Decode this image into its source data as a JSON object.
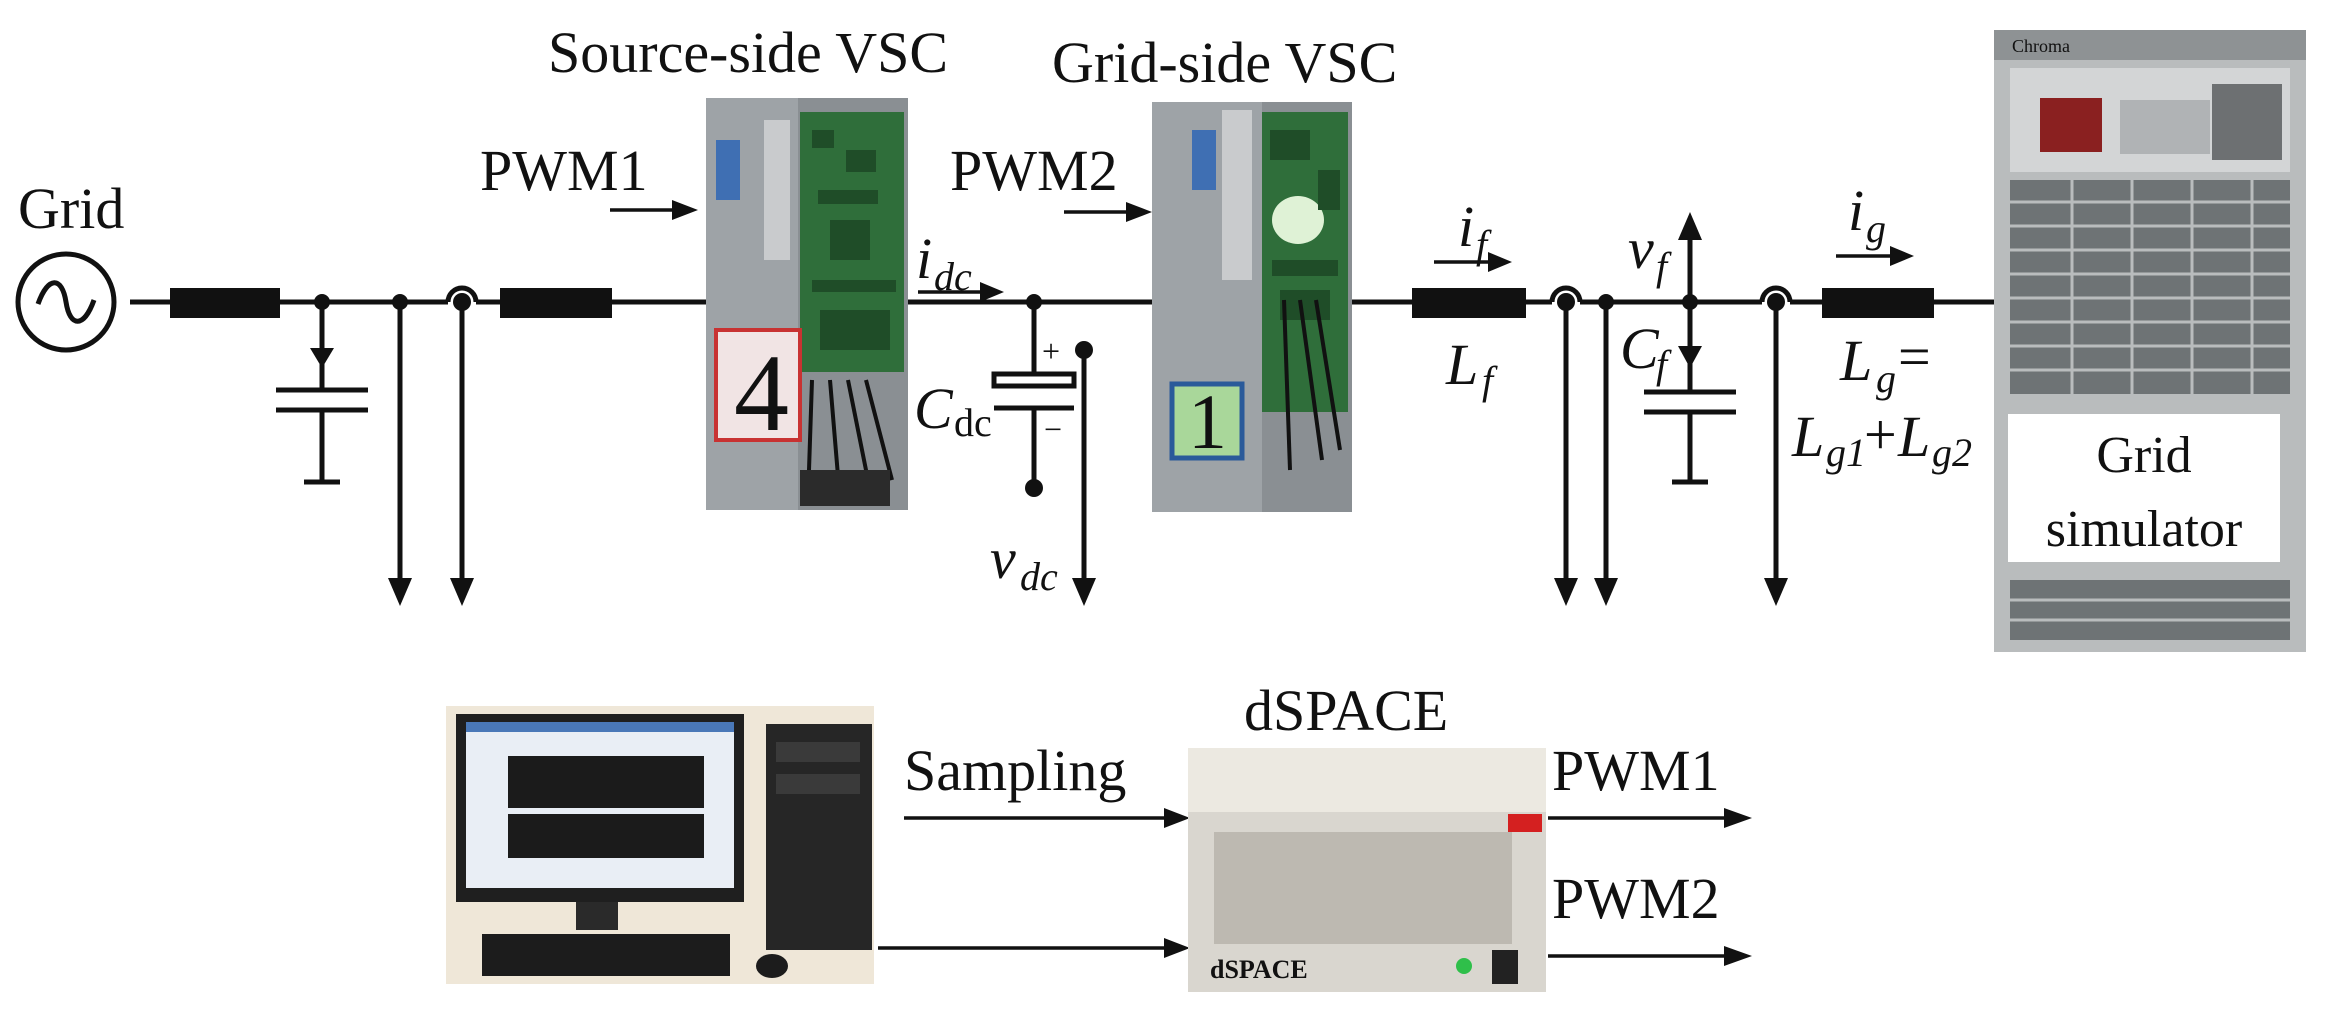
{
  "labels": {
    "grid": "Grid",
    "source_vsc": "Source-side VSC",
    "grid_vsc": "Grid-side VSC",
    "pwm1_top": "PWM1",
    "pwm2_top": "PWM2",
    "idc_main": "i",
    "idc_sub": "dc",
    "cdc_main": "C",
    "cdc_sub": "dc",
    "vdc_main": "v",
    "vdc_sub": "dc",
    "plus": "+",
    "minus": "−",
    "if_main": "i",
    "if_sub": "f",
    "lf_main": "L",
    "lf_sub": "f",
    "vf_main": "v",
    "vf_sub": "f",
    "cf_main": "C",
    "cf_sub": "f",
    "ig_main": "i",
    "ig_sub": "g",
    "lg_main": "L",
    "lg_sub": "g",
    "lg_eq": " =",
    "lg1_main": "L",
    "lg1_sub": "g1",
    "lg_plus": "+",
    "lg2_main": "L",
    "lg2_sub": "g2",
    "grid_sim_line1": "Grid",
    "grid_sim_line2": "simulator",
    "dspace": "dSPACE",
    "sampling": "Sampling",
    "pwm1_bottom": "PWM1",
    "pwm2_bottom": "PWM2",
    "dspace_brand": "dSPACE",
    "chroma_brand": "Chroma",
    "module4_marker": "4",
    "module1_marker": "1"
  },
  "colors": {
    "line": "#111111",
    "vsc_case": "#8a8f93",
    "pcb_green": "#2f6e3a",
    "dspace_case": "#d9d6cf",
    "dspace_red": "#d42020",
    "dspace_blue": "#1f4aa8",
    "simulator_body": "#b9bcbd",
    "monitor_screen": "#e9eef5"
  }
}
